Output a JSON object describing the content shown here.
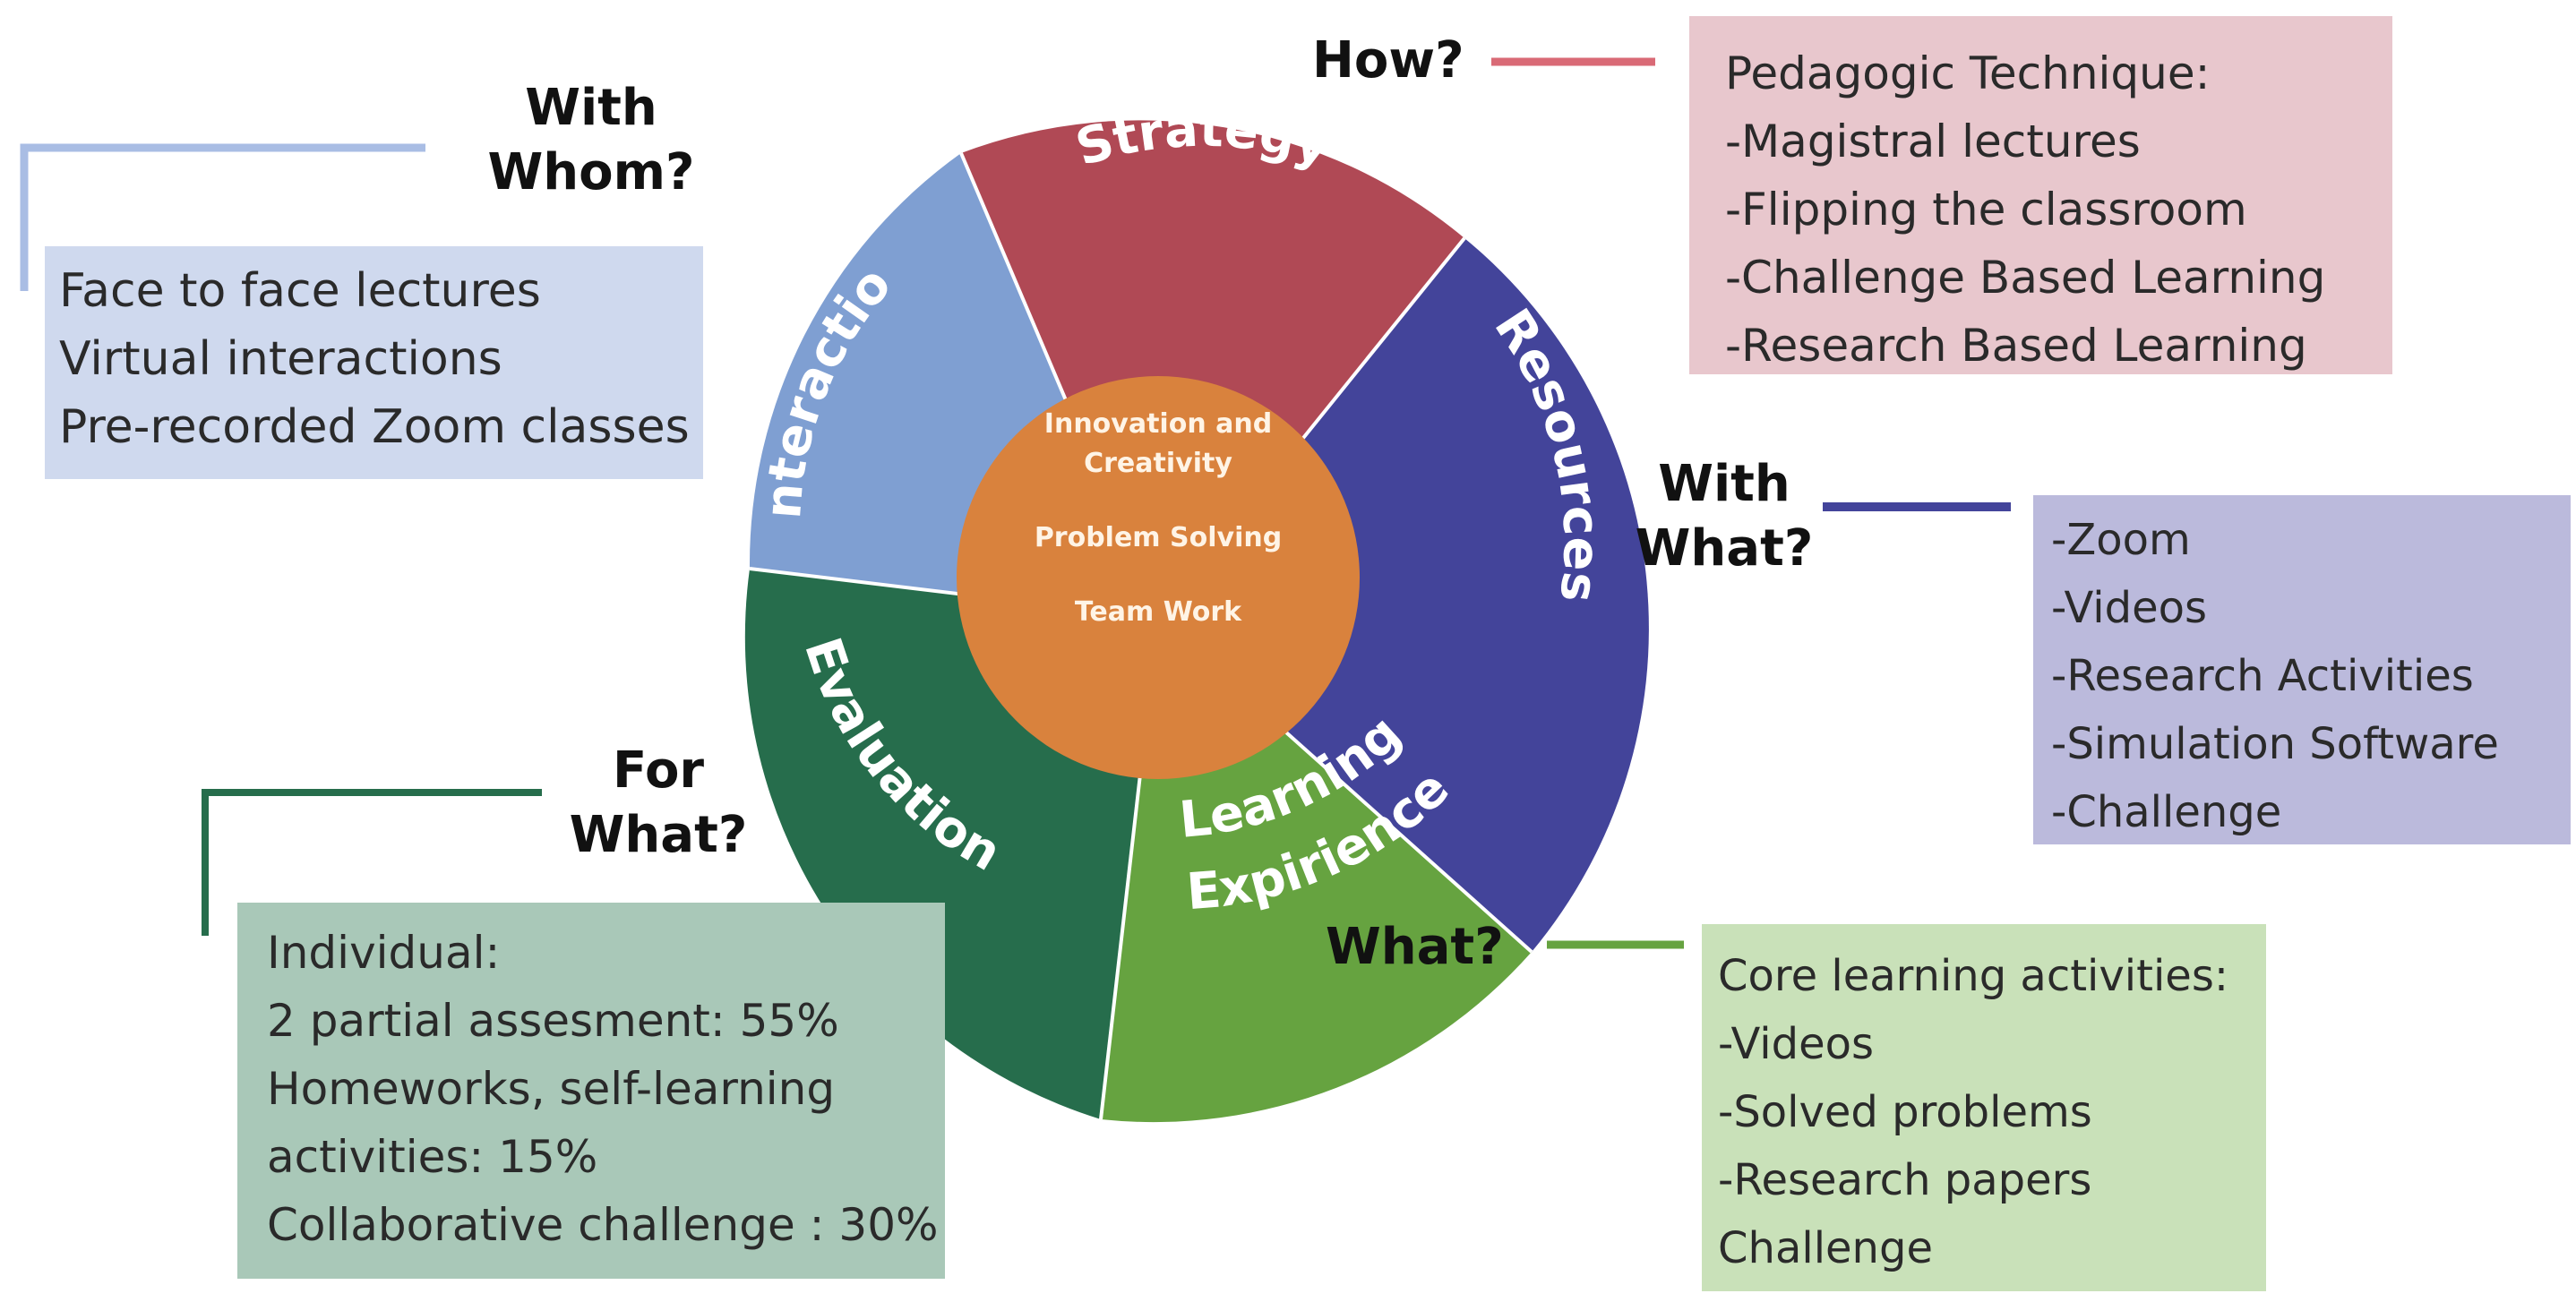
{
  "wheel": {
    "segments": [
      {
        "key": "strategy",
        "label": "Strategy",
        "color": "#b04955"
      },
      {
        "key": "resources",
        "label": "Resources",
        "color": "#43449a"
      },
      {
        "key": "learning",
        "label_line1": "Learning",
        "label_line2": "Expirience",
        "color": "#66a340"
      },
      {
        "key": "evaluation",
        "label": "Evaluation",
        "color": "#266d4c"
      },
      {
        "key": "interaction",
        "label": "Interaction",
        "color": "#7f9fd2"
      }
    ],
    "center": {
      "color": "#d9823d",
      "line1": "Innovation and",
      "line2": "Creativity",
      "line3": "Problem Solving",
      "line4": "Team Work"
    }
  },
  "questions": {
    "how": "How?",
    "with_whom_1": "With",
    "with_whom_2": "Whom?",
    "with_what_1": "With",
    "with_what_2": "What?",
    "for_what_1": "For",
    "for_what_2": "What?",
    "what": "What?"
  },
  "boxes": {
    "how": {
      "color": "#e8c7cd",
      "lines": [
        "Pedagogic Technique:",
        "-Magistral lectures",
        "-Flipping the classroom",
        "-Challenge Based Learning",
        "-Research Based Learning"
      ]
    },
    "with_whom": {
      "color": "#cfd9ee",
      "lines": [
        "Face to face lectures",
        "Virtual interactions",
        "Pre-recorded Zoom classes"
      ]
    },
    "with_what": {
      "color": "#bbbadc",
      "lines": [
        "-Zoom",
        "-Videos",
        "-Research Activities",
        "-Simulation Software",
        "-Challenge"
      ]
    },
    "for_what": {
      "color": "#a9c8b8",
      "lines": [
        "Individual:",
        "2 partial assesment: 55%",
        "Homeworks, self-learning",
        "activities: 15%",
        "Collaborative challenge : 30%"
      ]
    },
    "what": {
      "color": "#c9e1b9",
      "lines": [
        "Core learning activities:",
        "-Videos",
        "-Solved problems",
        "-Research papers",
        "Challenge"
      ]
    }
  },
  "connectors": {
    "how": "#d96a76",
    "with_whom": "#a9bde4",
    "with_what": "#43449a",
    "for_what": "#266d4c",
    "what": "#66a340"
  }
}
